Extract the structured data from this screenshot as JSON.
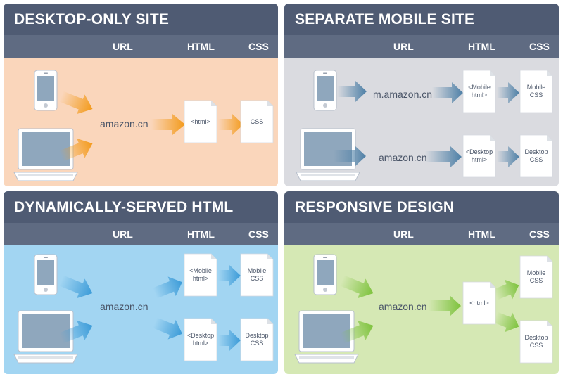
{
  "columns": {
    "url": "URL",
    "html": "HTML",
    "css": "CSS"
  },
  "colors": {
    "header": "#4f5b73",
    "subheader": "#5f6b82",
    "desktop_only_bg": "#fad6bb",
    "separate_mobile_bg": "#dadbe0",
    "dynamic_bg": "#a2d5f2",
    "responsive_bg": "#d5e8b4",
    "orange_arrow": "#f39a1a",
    "blue_arrow": "#3b9bd8",
    "green_arrow": "#7dc23c",
    "steel_arrow": "#4d7fa6"
  },
  "panels": {
    "desktop_only": {
      "title": "DESKTOP-ONLY SITE",
      "url": "amazon.cn",
      "html": "<html>",
      "css": "CSS"
    },
    "separate_mobile": {
      "title": "SEPARATE MOBILE SITE",
      "mobile_url": "m.amazon.cn",
      "desktop_url": "amazon.cn",
      "mobile_html": [
        "<Mobile",
        "html>"
      ],
      "desktop_html": [
        "<Desktop",
        "html>"
      ],
      "mobile_css": [
        "Mobile",
        "CSS"
      ],
      "desktop_css": [
        "Desktop",
        "CSS"
      ]
    },
    "dynamic": {
      "title": "DYNAMICALLY-SERVED HTML",
      "url": "amazon.cn",
      "mobile_html": [
        "<Mobile",
        "html>"
      ],
      "desktop_html": [
        "<Desktop",
        "html>"
      ],
      "mobile_css": [
        "Mobile",
        "CSS"
      ],
      "desktop_css": [
        "Desktop",
        "CSS"
      ]
    },
    "responsive": {
      "title": "RESPONSIVE DESIGN",
      "url": "amazon.cn",
      "html": "<html>",
      "mobile_css": [
        "Mobile",
        "CSS"
      ],
      "desktop_css": [
        "Desktop",
        "CSS"
      ]
    }
  }
}
